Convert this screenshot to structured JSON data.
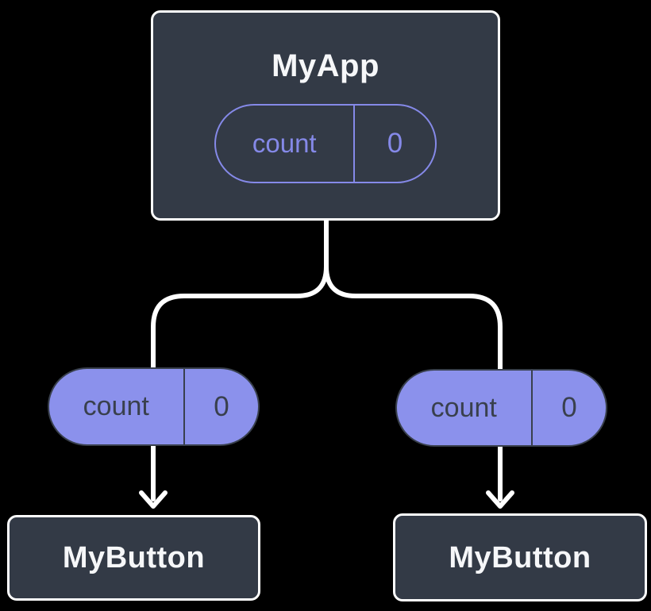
{
  "colors": {
    "background": "#000000",
    "node_bg": "#333A46",
    "node_border": "#FFFFFF",
    "node_text": "#F6F7F9",
    "state_outline": "#8589E8",
    "prop_fill": "#8B91EC",
    "prop_border": "#39404D",
    "prop_text": "#39404D",
    "connector": "#FFFFFF"
  },
  "root_node": {
    "title": "MyApp",
    "state": {
      "name": "count",
      "value": "0"
    }
  },
  "props": [
    {
      "name": "count",
      "value": "0"
    },
    {
      "name": "count",
      "value": "0"
    }
  ],
  "child_nodes": [
    {
      "title": "MyButton"
    },
    {
      "title": "MyButton"
    }
  ]
}
